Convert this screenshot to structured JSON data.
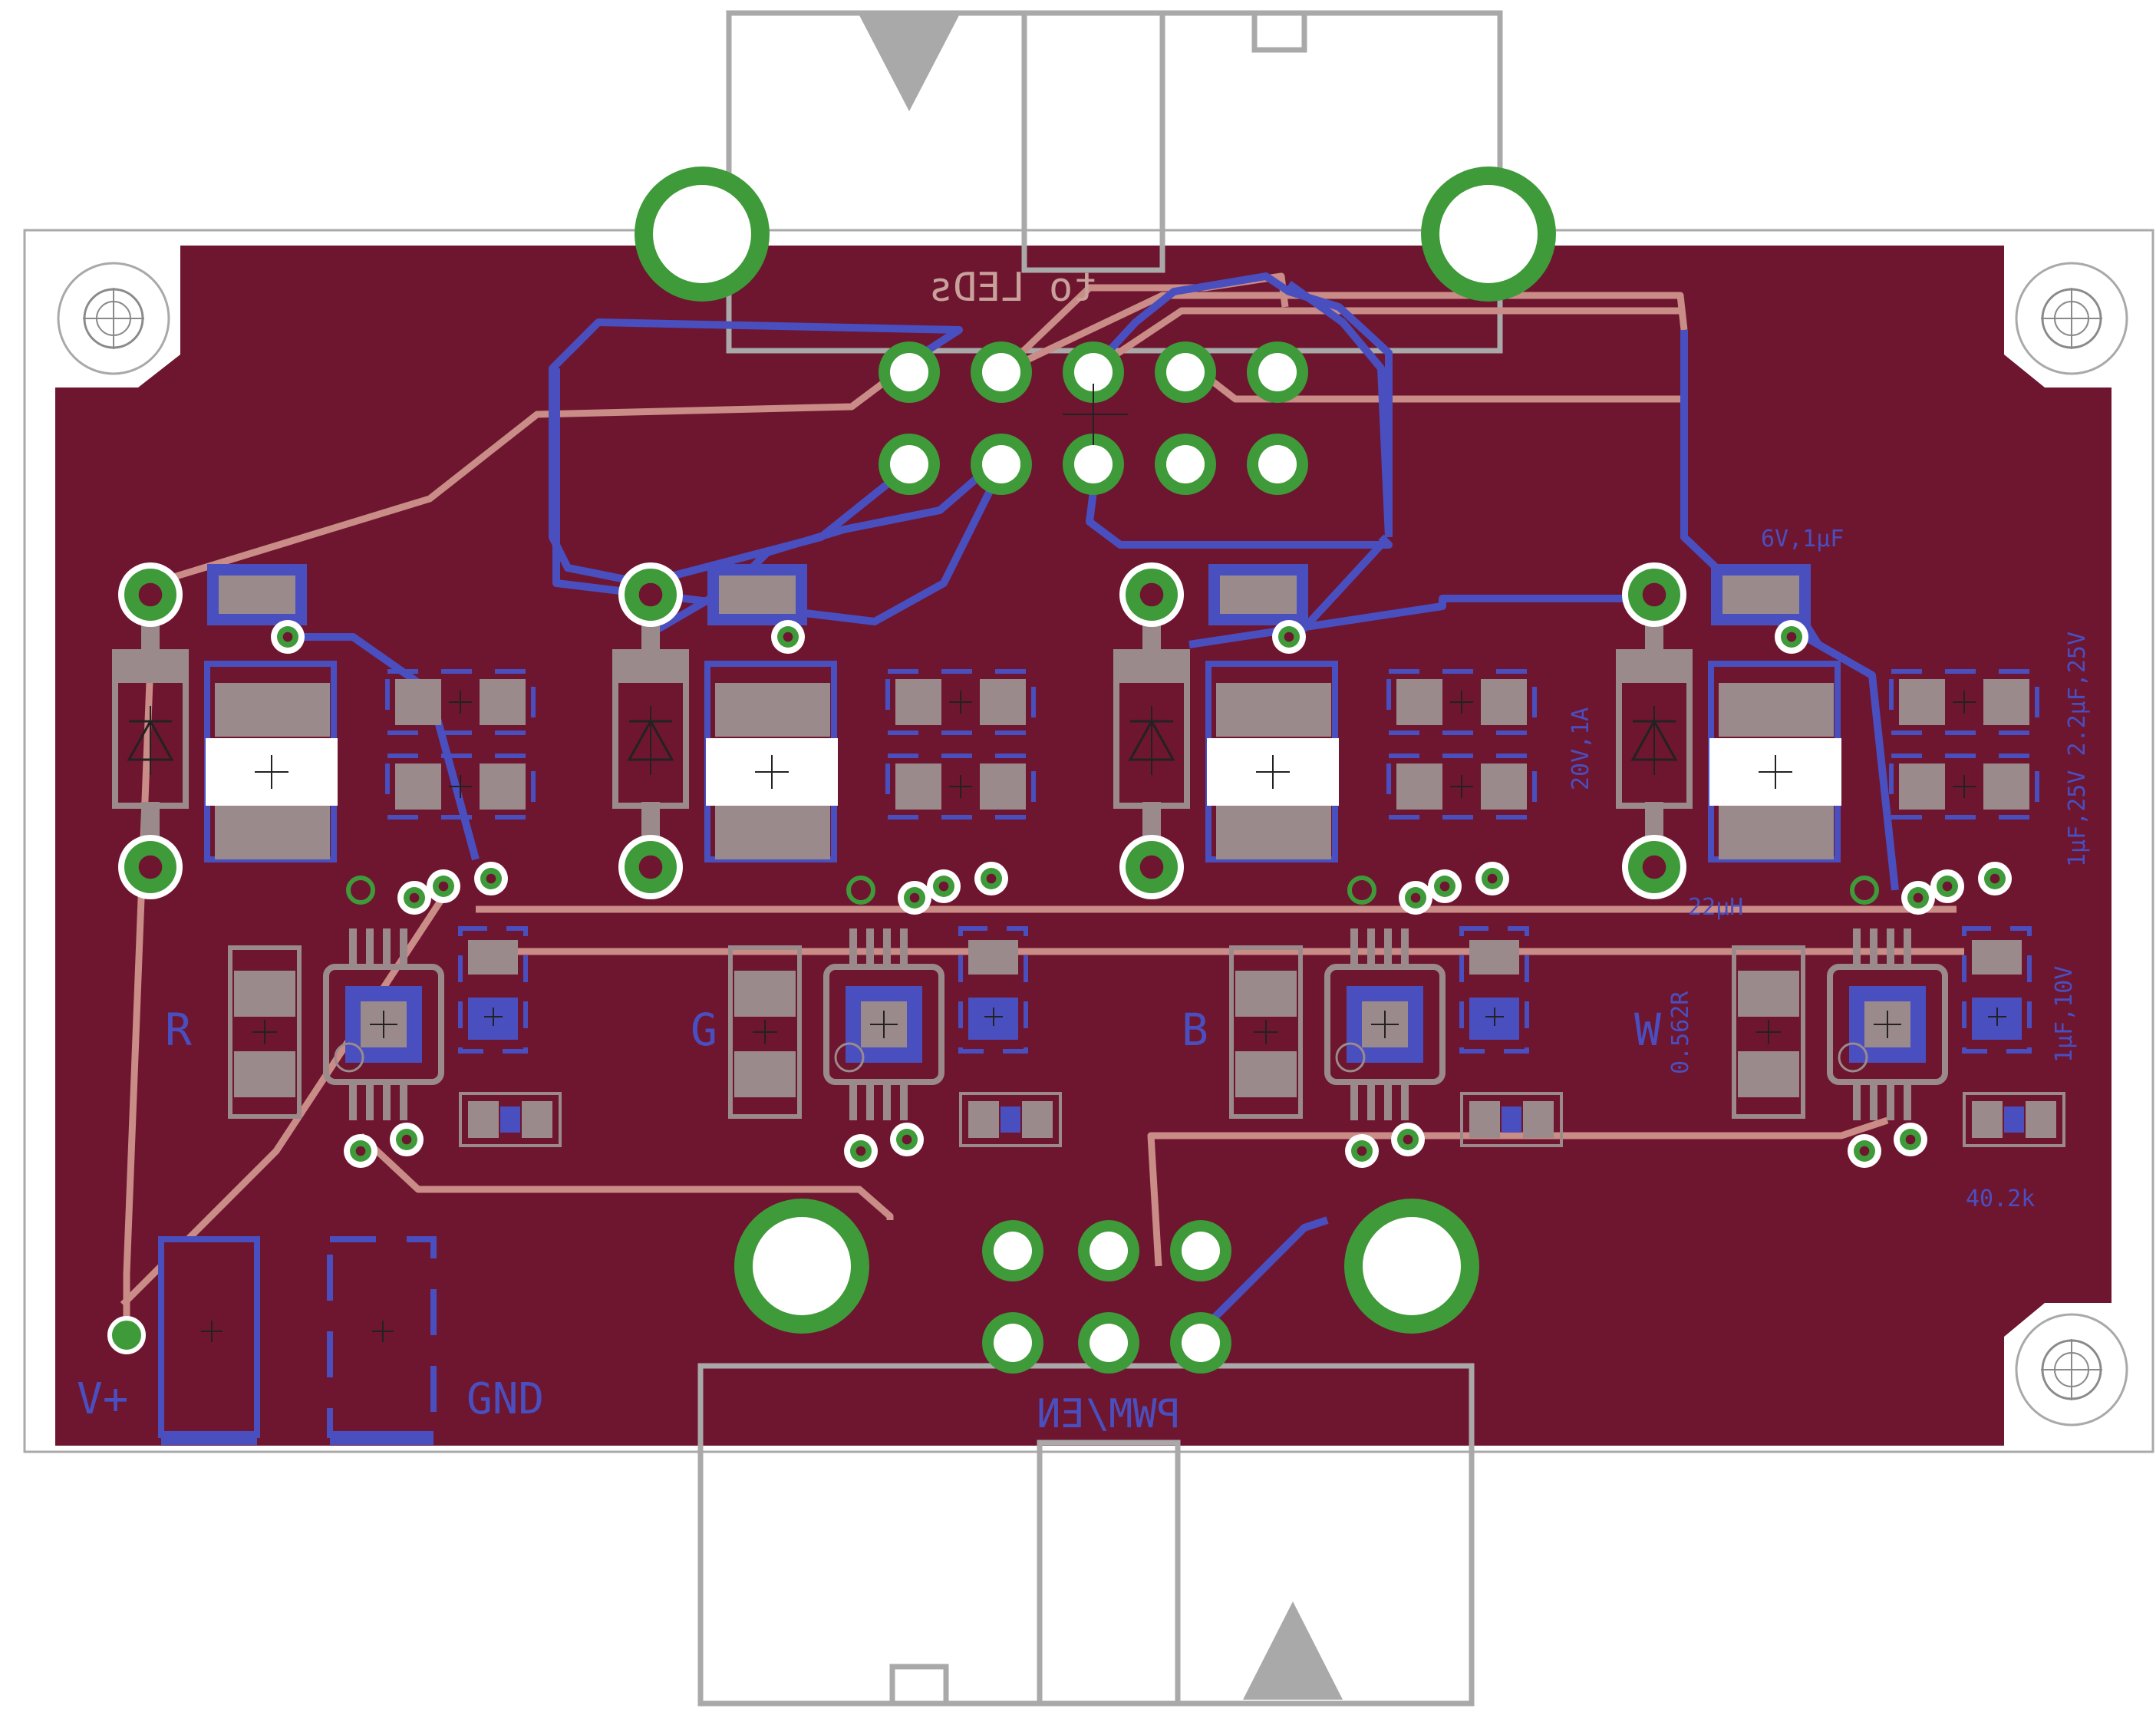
{
  "colors": {
    "board": "#6e1530",
    "trace_top": "#c98c86",
    "trace_bottom": "#4a4fc0",
    "pad_grey": "#9b8a8c",
    "via_green": "#3f9a3a",
    "outline": "#a9a9a9",
    "silk": "#4a4fc0"
  },
  "connectors": {
    "top_label": "to LEDs",
    "bottom_label": "PWM/EN"
  },
  "channels": [
    {
      "id": "r",
      "label": "R"
    },
    {
      "id": "g",
      "label": "G"
    },
    {
      "id": "b",
      "label": "B"
    },
    {
      "id": "w",
      "label": "W"
    }
  ],
  "component_values": {
    "cap_small": "6V,1µF",
    "diode": "20V,1A",
    "inductor": "22µH",
    "sense_resistor": "0.562R",
    "caps_input": "1µF,25V 2.2µF,25V",
    "cap_output": "1µF,10V",
    "resistor_set": "40.2k"
  },
  "power": {
    "vplus_label": "V+",
    "gnd_label": "GND"
  }
}
